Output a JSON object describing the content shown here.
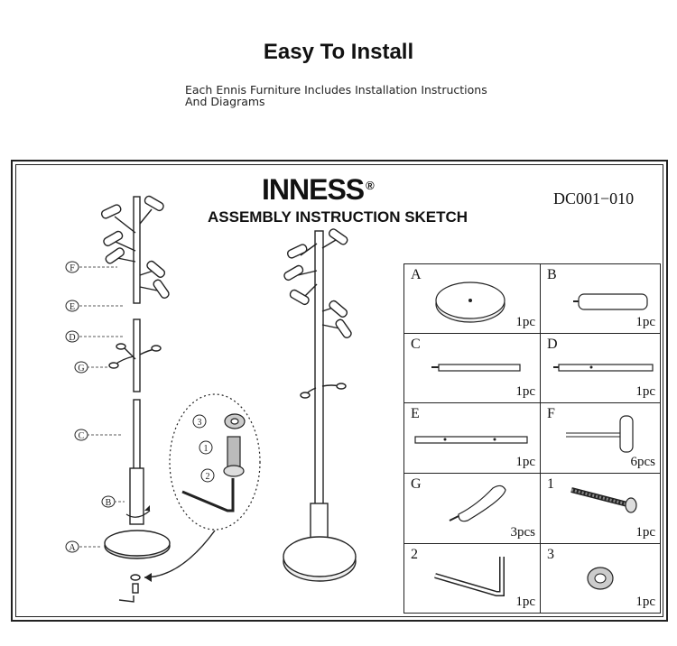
{
  "header": {
    "title": "Easy To Install",
    "subtitle_line1": "Each Ennis Furniture Includes Installation Instructions",
    "subtitle_line2": "And Diagrams"
  },
  "sheet": {
    "brand": "INNESS",
    "brand_mark": "®",
    "heading": "ASSEMBLY INSTRUCTION SKETCH",
    "model_code": "DC001−010"
  },
  "exploded_view": {
    "callouts": [
      "F",
      "E",
      "D",
      "G",
      "C",
      "B",
      "A"
    ],
    "detail_callouts": [
      "3",
      "1",
      "2"
    ]
  },
  "parts": [
    {
      "label": "A",
      "qty": "1pc"
    },
    {
      "label": "B",
      "qty": "1pc"
    },
    {
      "label": "C",
      "qty": "1pc"
    },
    {
      "label": "D",
      "qty": "1pc"
    },
    {
      "label": "E",
      "qty": "1pc"
    },
    {
      "label": "F",
      "qty": "6pcs"
    },
    {
      "label": "G",
      "qty": "3pcs"
    },
    {
      "label": "1",
      "qty": "1pc"
    },
    {
      "label": "2",
      "qty": "1pc"
    },
    {
      "label": "3",
      "qty": "1pc"
    }
  ]
}
